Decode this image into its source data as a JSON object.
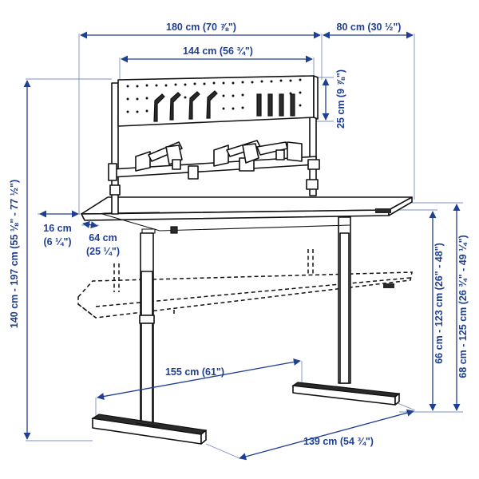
{
  "dimensions": {
    "total_width": "180 cm (70 ⅞\")",
    "shelf_depth": "80 cm (30 ½\")",
    "panel_width": "144 cm (56 ¾\")",
    "panel_height": "25 cm (9 ⅞\")",
    "total_height": "140 cm - 197 cm (55 ⅛\" - 77 ½\")",
    "desk_depth_small": "16 cm",
    "desk_depth_small_in": "(6 ¼\")",
    "desk_depth_large": "64 cm",
    "desk_depth_large_in": "(25 ¼\")",
    "desk_height": "66 cm - 123 cm (26\" - 48\")",
    "top_height": "68 cm - 125 cm (26 ¾\" - 49 ¼\")",
    "foot_inner_width": "155 cm (61\")",
    "foot_outer_width": "139 cm (54 ¾\")"
  }
}
